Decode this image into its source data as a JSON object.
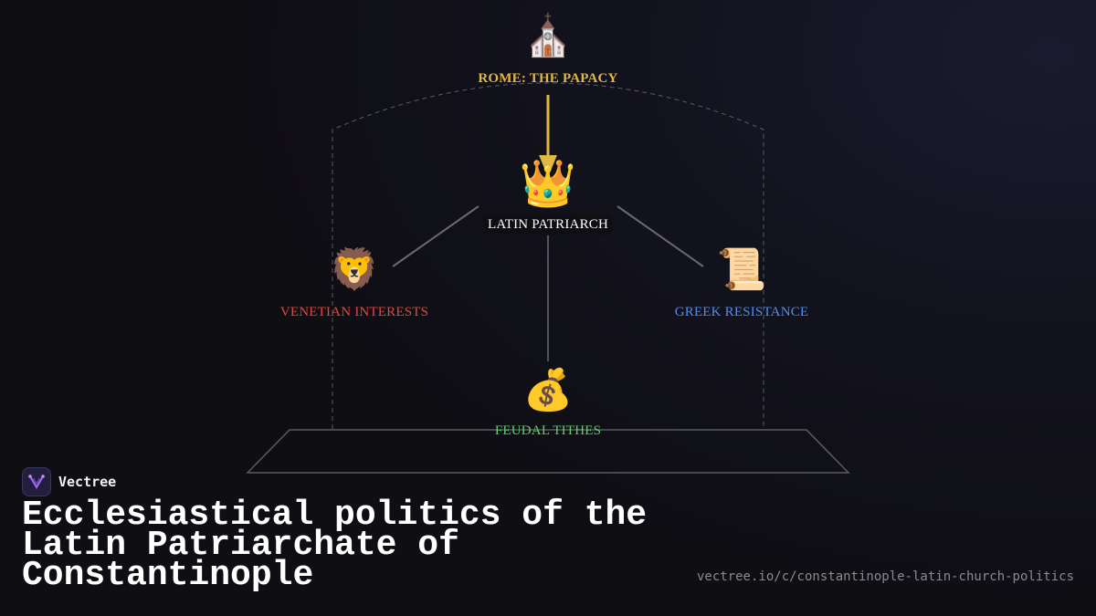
{
  "diagram": {
    "nodes": [
      {
        "id": "rome",
        "icon": "church-icon",
        "emoji": "⛪",
        "label": "ROME: THE PAPACY",
        "color": "#e0b940"
      },
      {
        "id": "patriarch",
        "icon": "crown-icon",
        "emoji": "👑",
        "label": "LATIN PATRIARCH",
        "color": "#ffffff"
      },
      {
        "id": "venetian",
        "icon": "lion-icon",
        "emoji": "🦁",
        "label": "VENETIAN INTERESTS",
        "color": "#e0483e"
      },
      {
        "id": "greek",
        "icon": "scroll-icon",
        "emoji": "📜",
        "label": "GREEK RESISTANCE",
        "color": "#4e8df0"
      },
      {
        "id": "tithes",
        "icon": "money-bag-icon",
        "emoji": "💰",
        "label": "FEUDAL TITHES",
        "color": "#5ccf6c"
      }
    ]
  },
  "brand": {
    "name": "Vectree",
    "icon": "vectree-logo-icon"
  },
  "title": "Ecclesiastical politics of the Latin Patriarchate of Constantinople",
  "url": "vectree.io/c/constantinople-latin-church-politics"
}
